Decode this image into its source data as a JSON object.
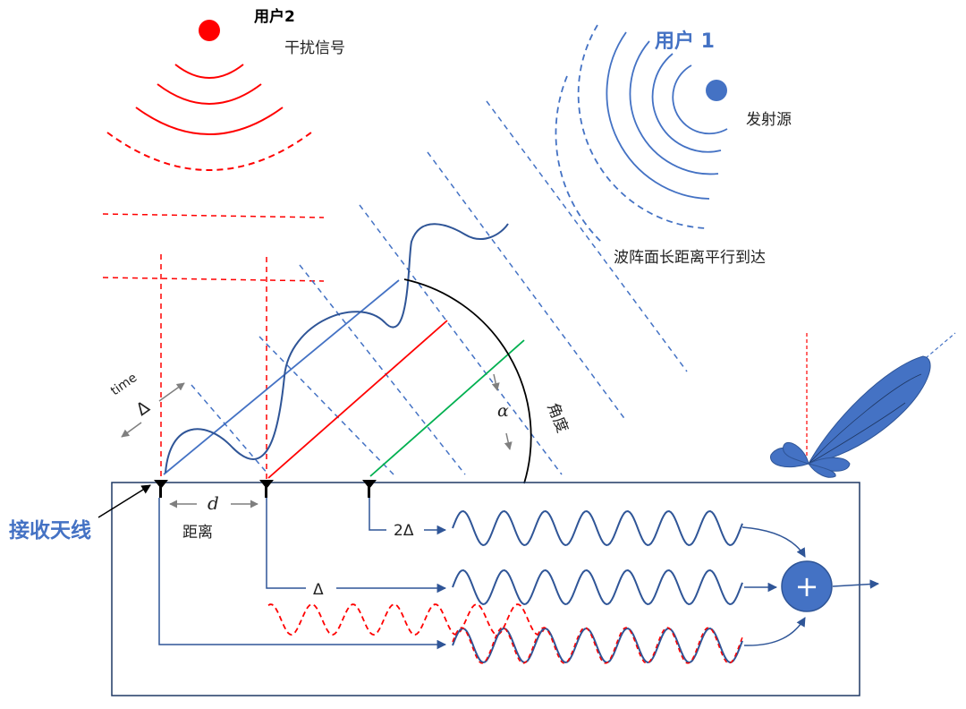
{
  "labels": {
    "user2": "用户2",
    "interference": "干扰信号",
    "user1": "用户 1",
    "source": "发射源",
    "wavefront_note": "波阵面长距离平行到达",
    "time": "time",
    "delta": "Δ",
    "angle_label": "角度",
    "alpha": "α",
    "d": "d",
    "distance": "距离",
    "rx_antenna": "接收天线",
    "delta2_tap": "2Δ",
    "delta_tap": "Δ",
    "plus": "+"
  },
  "colors": {
    "red": "#ff0000",
    "blue": "#4472c4",
    "dark_blue": "#2f5597",
    "navy": "#1f3864",
    "green": "#00b050",
    "black": "#000000"
  },
  "icons": {
    "antenna": "antenna-icon",
    "summer": "plus-icon",
    "beam": "radiation-pattern-icon"
  }
}
